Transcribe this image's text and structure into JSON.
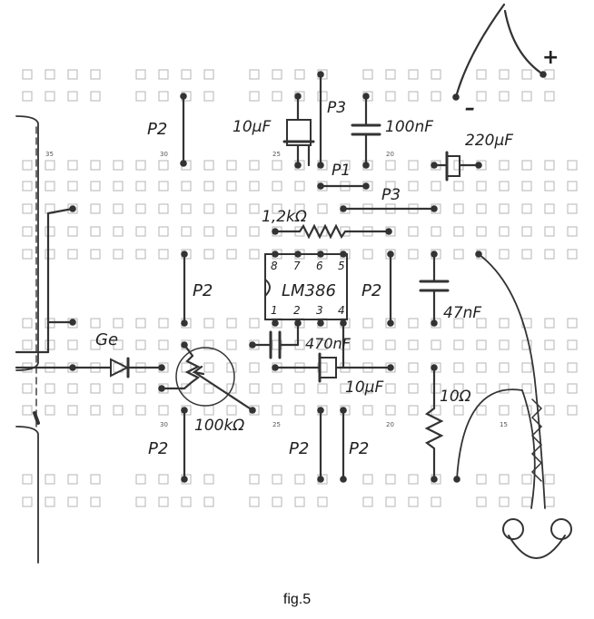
{
  "figure": {
    "caption": "fig.5",
    "labels": {
      "plus": "+",
      "minus": "–",
      "cap_10uF_top": "10µF",
      "p3_top": "P3",
      "cap_100nF": "100nF",
      "cap_220uF": "220µF",
      "p1": "P1",
      "p3_mid": "P3",
      "resistor_1k2": "1,2kΩ",
      "p2_top": "P2",
      "p2_left_mid": "P2",
      "ic_name": "LM386",
      "p2_right_mid": "P2",
      "cap_47nF": "47nF",
      "diode_ge": "Ge",
      "cap_470nF": "470nF",
      "cap_10uF_bottom": "10µF",
      "resistor_10": "10Ω",
      "pot_100k": "100kΩ",
      "p2_bottom_left": "P2",
      "p2_bottom_mid": "P2",
      "p2_bottom_right": "P2"
    },
    "ic_pins_top": [
      "8",
      "7",
      "6",
      "5"
    ],
    "ic_pins_bottom": [
      "1",
      "2",
      "3",
      "4"
    ],
    "column_marks_top": [
      "35",
      "30",
      "25",
      "20"
    ],
    "column_marks_bottom": [
      "30",
      "25",
      "20",
      "15"
    ]
  }
}
